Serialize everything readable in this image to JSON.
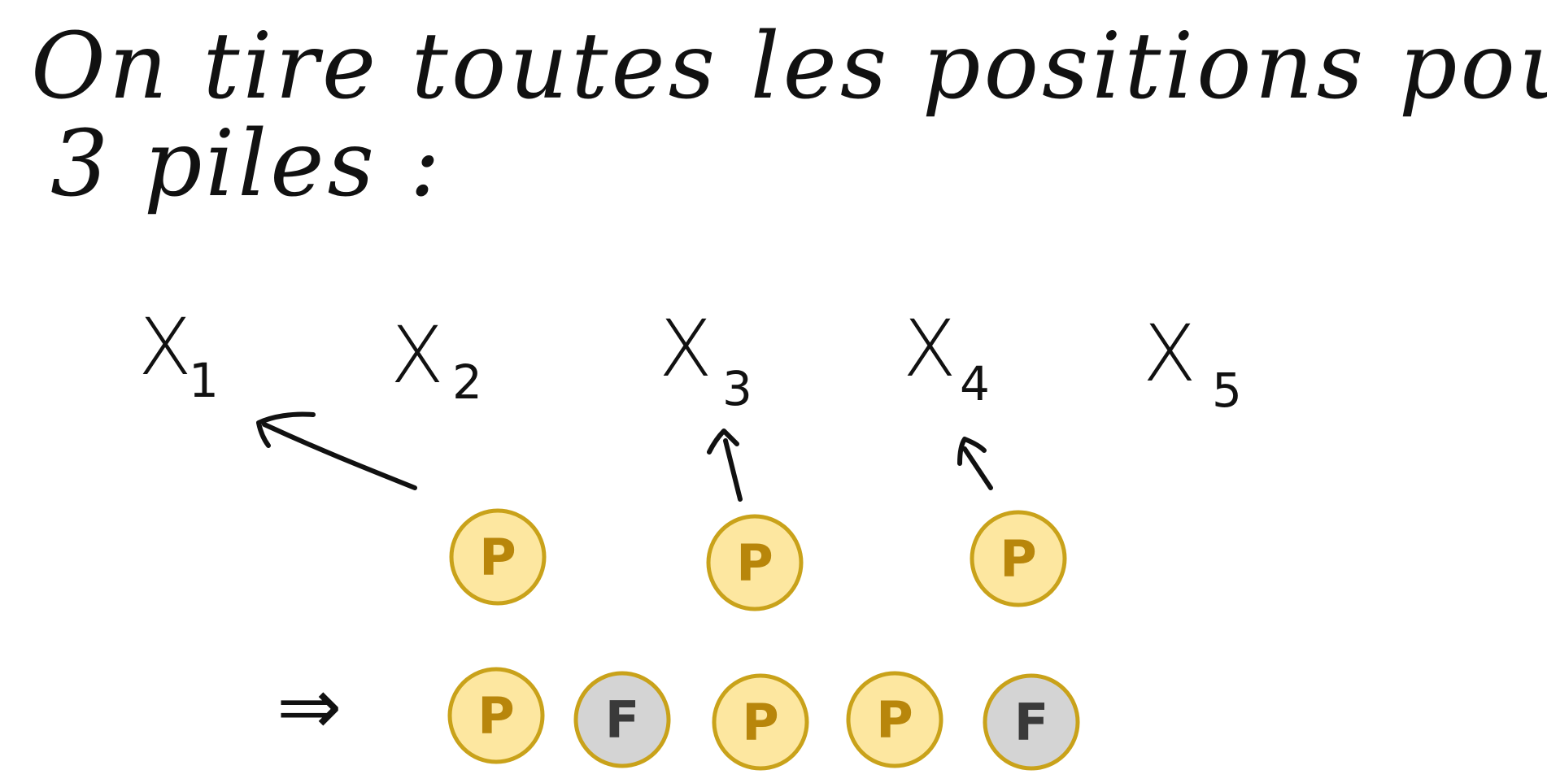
{
  "heading": {
    "line1": "On tire toutes les positions pour",
    "line2": "3 piles :"
  },
  "variables": [
    {
      "letter": "X",
      "sub": "1"
    },
    {
      "letter": "X",
      "sub": "2"
    },
    {
      "letter": "X",
      "sub": "3"
    },
    {
      "letter": "X",
      "sub": "4"
    },
    {
      "letter": "X",
      "sub": "5"
    }
  ],
  "drawn_coins": [
    {
      "label": "P",
      "target_variable": "1"
    },
    {
      "label": "P",
      "target_variable": "3"
    },
    {
      "label": "P",
      "target_variable": "4"
    }
  ],
  "implies_symbol": "⇒",
  "result_coins": [
    "P",
    "F",
    "P",
    "P",
    "F"
  ],
  "colors": {
    "ink": "#111111",
    "pile_fill": "#fde7a0",
    "pile_stroke": "#c9a21a",
    "pile_letter": "#b8860b",
    "face_fill": "#d4d4d4",
    "face_stroke": "#c9a21a",
    "face_letter": "#3a3a3a"
  }
}
